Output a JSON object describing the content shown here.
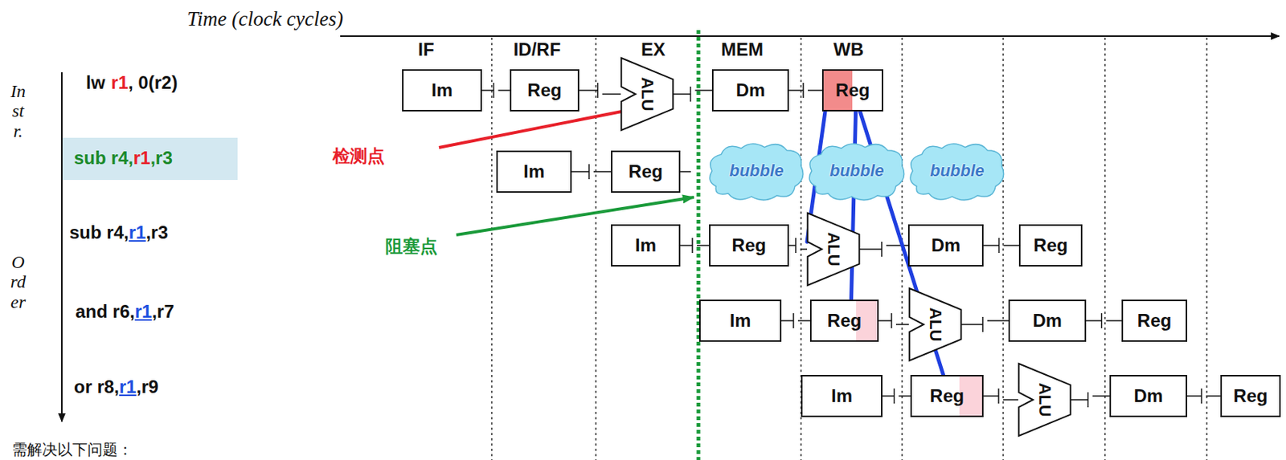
{
  "diagram": {
    "nodes": [
      {
        "text": [
          "Im"
        ]
      },
      {
        "text": [
          "Reg"
        ]
      },
      {
        "text": [
          "ALU"
        ]
      },
      {
        "text": [
          "Dm"
        ]
      },
      {
        "text": [
          "Reg"
        ]
      },
      {
        "text": [
          "Im"
        ]
      },
      {
        "text": [
          "Reg"
        ]
      },
      {
        "text": [
          "bubble"
        ]
      },
      {
        "text": [
          "bubble"
        ]
      },
      {
        "text": [
          "bubble"
        ]
      },
      {
        "text": [
          "Im"
        ]
      },
      {
        "text": [
          "Reg"
        ]
      },
      {
        "text": [
          "ALU"
        ]
      },
      {
        "text": [
          "Dm"
        ]
      },
      {
        "text": [
          "Reg"
        ]
      },
      {
        "text": [
          "Im"
        ]
      },
      {
        "text": [
          "Reg"
        ]
      },
      {
        "text": [
          "ALU"
        ]
      },
      {
        "text": [
          "Dm"
        ]
      },
      {
        "text": [
          "Reg"
        ]
      },
      {
        "text": [
          "Im"
        ]
      },
      {
        "text": [
          "Reg"
        ]
      },
      {
        "text": [
          "ALU"
        ]
      },
      {
        "text": [
          "Dm"
        ]
      },
      {
        "text": [
          "Reg"
        ]
      }
    ],
    "edges": [
      {
        "from": 4,
        "to": 12,
        "arrow": "none"
      },
      {
        "from": 4,
        "to": 16,
        "arrow": "none"
      },
      {
        "from": 4,
        "to": 21,
        "arrow": "none"
      }
    ],
    "labels": [
      "Time (clock cycles)",
      "IF",
      "ID/RF",
      "EX",
      "MEM",
      "WB",
      "Instr.",
      "Order",
      "lw",
      "r1",
      ", 0(r2)",
      "sub r4,",
      "r1",
      ",r3",
      "sub r4,",
      "r1",
      ",r3",
      "and r6,",
      "r1",
      ",r7",
      "or r8,",
      "r1",
      ",r9",
      "检测点",
      "阻塞点",
      "需解决以下问题："
    ]
  }
}
